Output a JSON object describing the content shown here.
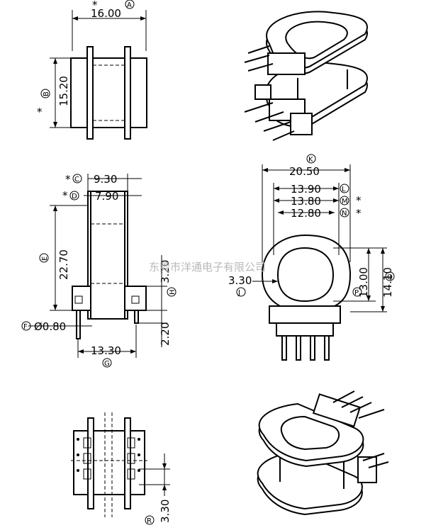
{
  "watermark": "东莞市洋通电子有限公司",
  "views": {
    "top_left": {
      "width": "16.00",
      "width_mark": "A",
      "height": "15.20",
      "height_mark": "B"
    },
    "front": {
      "flange_width": "9.30",
      "flange_width_mark": "C",
      "core_width": "7.90",
      "core_width_mark": "D",
      "height": "22.70",
      "height_mark": "E",
      "pin_diameter": "Ø0.80",
      "pin_diameter_mark": "F",
      "pin_span": "13.30",
      "pin_span_mark": "G",
      "base_height": "3.20",
      "base_height_mark": "H",
      "pin_length": "2.20"
    },
    "top_view": {
      "overall_width": "20.50",
      "overall_width_mark": "K",
      "w1": "13.90",
      "w1_mark": "L",
      "w2": "13.80",
      "w2_mark": "M",
      "w3": "12.80",
      "w3_mark": "N",
      "offset": "3.30",
      "offset_mark": "J",
      "h1": "13.00",
      "h1_mark": "P",
      "h2": "14.10",
      "h2_mark": "Q"
    },
    "bottom": {
      "pin_pitch": "3.30",
      "pin_pitch_mark": "R"
    }
  },
  "critical_marker": "*"
}
